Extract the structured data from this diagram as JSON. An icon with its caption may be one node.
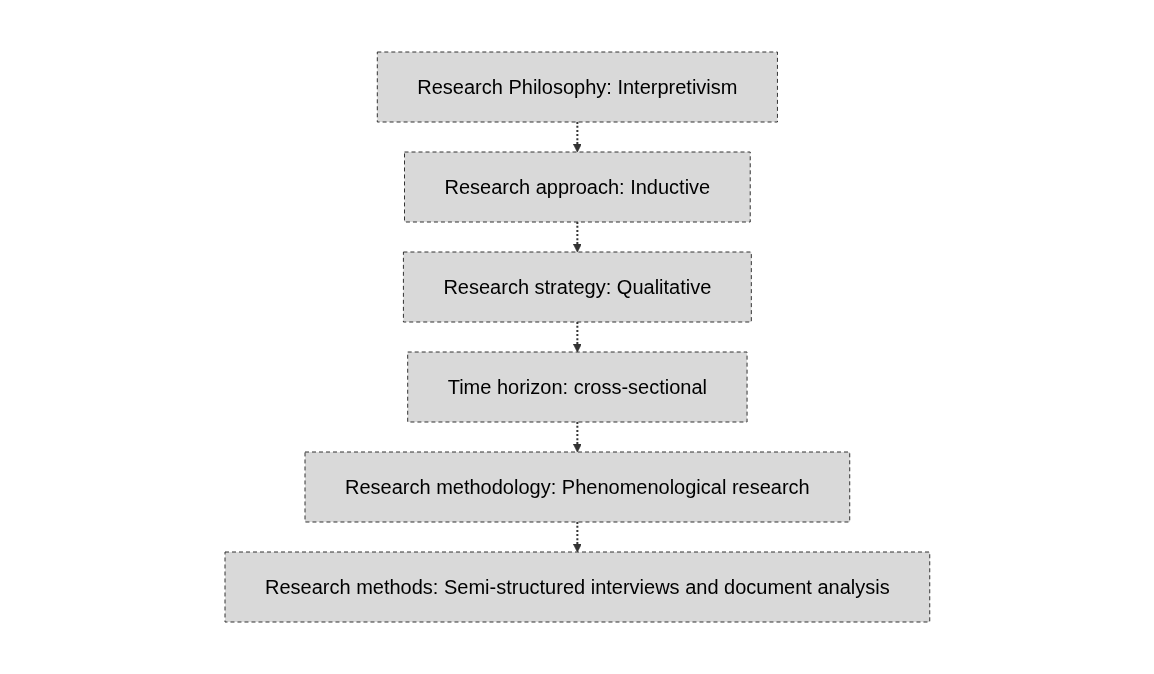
{
  "diagram": {
    "nodes": [
      {
        "text": [
          "Research Philosophy: Interpretivism"
        ]
      },
      {
        "text": [
          "Research approach: Inductive"
        ]
      },
      {
        "text": [
          "Research strategy: Qualitative"
        ]
      },
      {
        "text": [
          "Time horizon: cross-sectional"
        ]
      },
      {
        "text": [
          "Research methodology: Phenomenological research"
        ]
      },
      {
        "text": [
          "Research methods: Semi-structured interviews and document analysis"
        ]
      }
    ],
    "edges": [
      {
        "from": 0,
        "to": 1,
        "arrow": "to",
        "style": "dashed"
      },
      {
        "from": 1,
        "to": 2,
        "arrow": "to",
        "style": "dashed"
      },
      {
        "from": 2,
        "to": 3,
        "arrow": "to",
        "style": "dashed"
      },
      {
        "from": 3,
        "to": 4,
        "arrow": "to",
        "style": "dashed"
      },
      {
        "from": 4,
        "to": 5,
        "arrow": "to",
        "style": "dashed"
      }
    ]
  }
}
